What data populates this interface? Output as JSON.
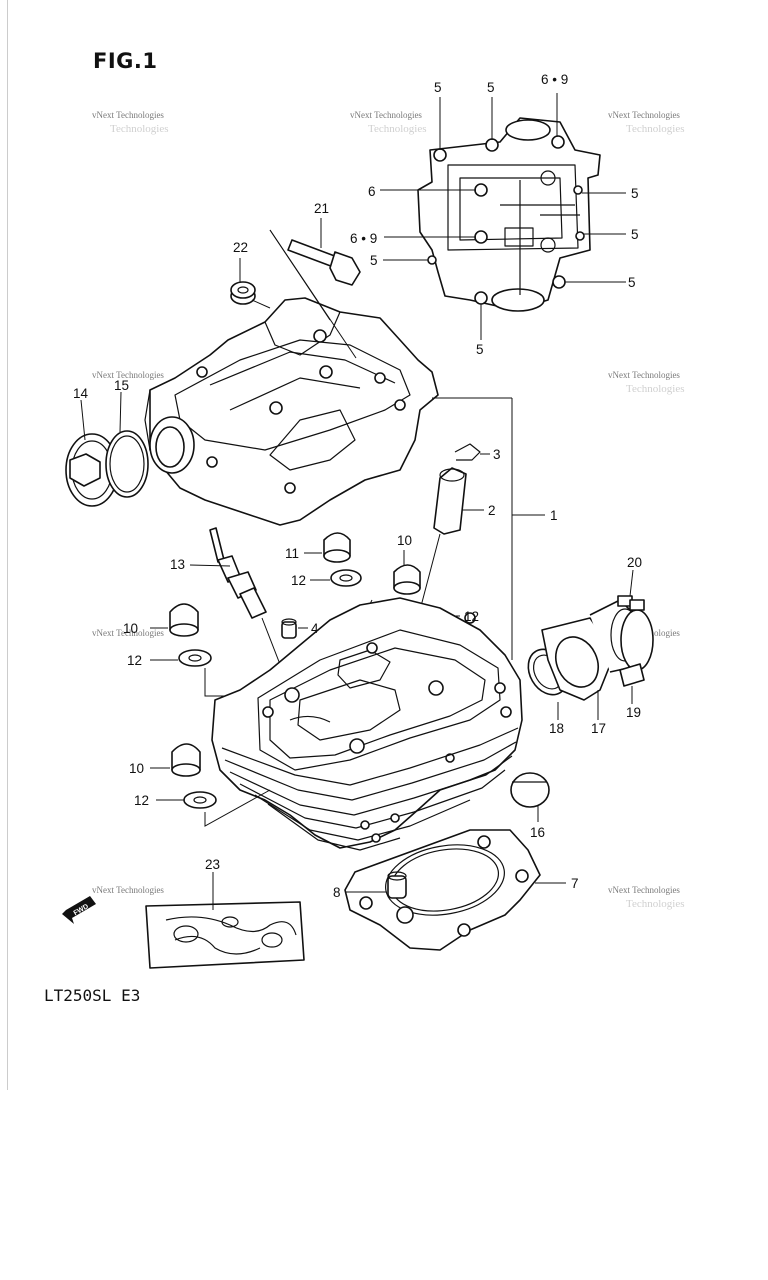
{
  "figure": {
    "title": "FIG.1",
    "model": "LT250SL  E3"
  },
  "watermark": {
    "line1": "vNext Technologies",
    "line2": "Technologies"
  },
  "fwd_mark": "FWD",
  "callouts": {
    "c1": "1",
    "c2": "2",
    "c3": "3",
    "c4": "4",
    "c5a": "5",
    "c5b": "5",
    "c5c": "5",
    "c5d": "5",
    "c5e": "5",
    "c5f": "5",
    "c5g": "5",
    "c69a": "6 • 9",
    "c6": "6",
    "c69b": "6 • 9",
    "c7": "7",
    "c8": "8",
    "c10a": "10",
    "c10b": "10",
    "c10c": "10",
    "c11": "11",
    "c12a": "12",
    "c12b": "12",
    "c12c": "12",
    "c12d": "12",
    "c13": "13",
    "c14": "14",
    "c15": "15",
    "c16": "16",
    "c17": "17",
    "c18": "18",
    "c19": "19",
    "c20": "20",
    "c21": "21",
    "c22": "22",
    "c23": "23"
  }
}
